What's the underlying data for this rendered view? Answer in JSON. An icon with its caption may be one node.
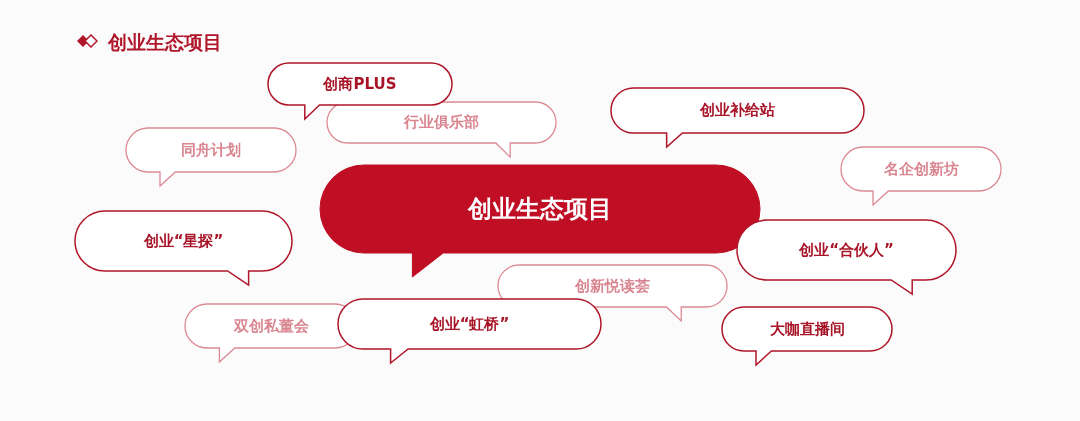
{
  "diagram": {
    "title": "创业生态项目",
    "nodes": [
      {
        "text": [
          "创商PLUS"
        ]
      },
      {
        "text": [
          "行业俱乐部"
        ]
      },
      {
        "text": [
          "创业补给站"
        ]
      },
      {
        "text": [
          "同舟计划"
        ]
      },
      {
        "text": [
          "名企创新坊"
        ]
      },
      {
        "text": [
          "创业生态项目"
        ]
      },
      {
        "text": [
          "创业“星探”"
        ]
      },
      {
        "text": [
          "创业“合伙人”"
        ]
      },
      {
        "text": [
          "创新悦读荟"
        ]
      },
      {
        "text": [
          "双创私董会"
        ]
      },
      {
        "text": [
          "创业“虹桥”"
        ]
      },
      {
        "text": [
          "大咖直播间"
        ]
      }
    ],
    "edges": []
  }
}
